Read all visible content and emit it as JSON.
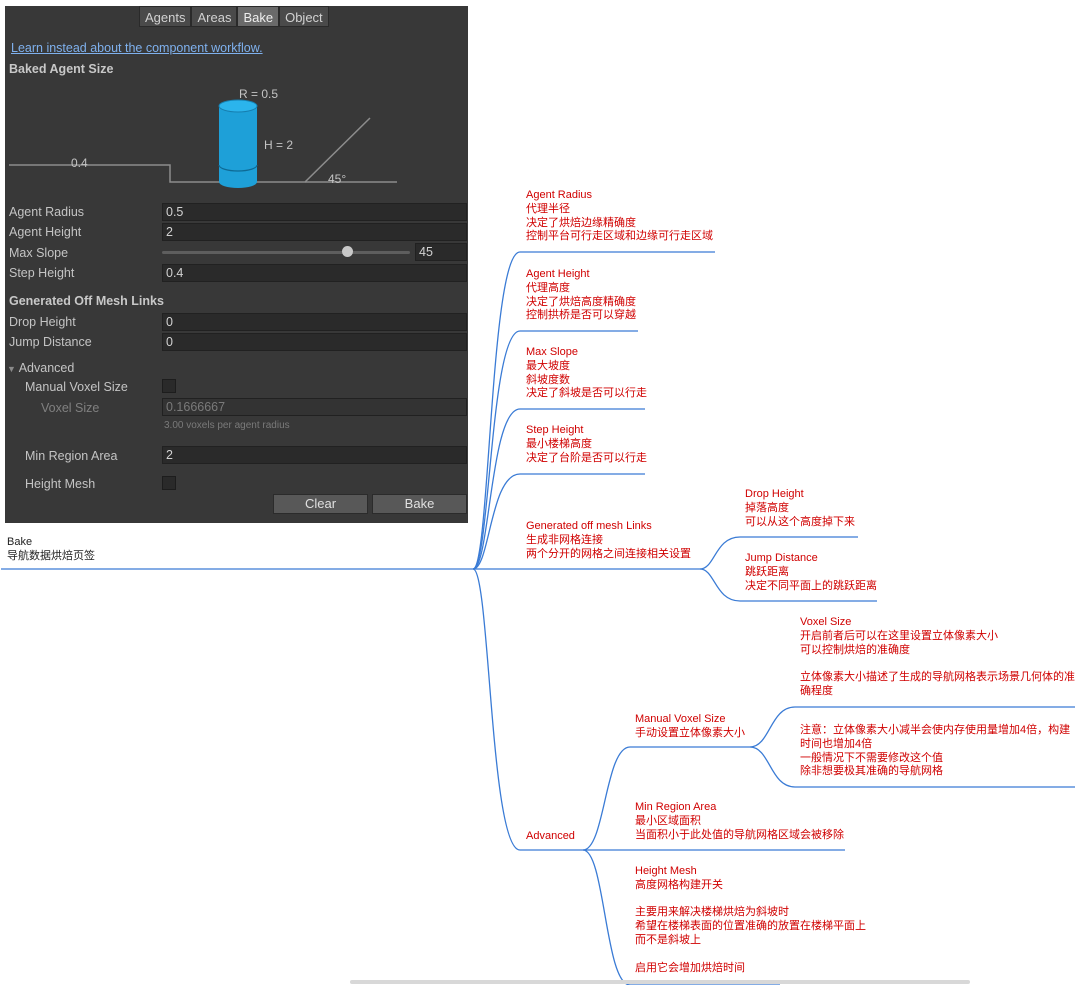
{
  "panel": {
    "tabs": [
      "Agents",
      "Areas",
      "Bake",
      "Object"
    ],
    "active_tab": "Bake",
    "link": "Learn instead about the component workflow.",
    "baked_agent_size": "Baked Agent Size",
    "diagram": {
      "radius_label": "R = 0.5",
      "height_label": "H = 2",
      "step_label": "0.4",
      "slope_label": "45°"
    },
    "agent_radius": {
      "label": "Agent Radius",
      "value": "0.5"
    },
    "agent_height": {
      "label": "Agent Height",
      "value": "2"
    },
    "max_slope": {
      "label": "Max Slope",
      "value": "45",
      "fraction": 0.73
    },
    "step_height": {
      "label": "Step Height",
      "value": "0.4"
    },
    "generated_links": "Generated Off Mesh Links",
    "drop_height": {
      "label": "Drop Height",
      "value": "0"
    },
    "jump_distance": {
      "label": "Jump Distance",
      "value": "0"
    },
    "advanced": "Advanced",
    "manual_voxel_size": {
      "label": "Manual Voxel Size",
      "checked": false
    },
    "voxel_size": {
      "label": "Voxel Size",
      "value": "0.1666667"
    },
    "voxel_hint": "3.00 voxels per agent radius",
    "min_region_area": {
      "label": "Min Region Area",
      "value": "2"
    },
    "height_mesh": {
      "label": "Height Mesh",
      "checked": false
    },
    "clear": "Clear",
    "bake": "Bake",
    "colors": {
      "bg": "#383838",
      "cylinder": "#1ea0d8",
      "link": "#7fb1ee"
    }
  },
  "mindmap": {
    "line_color": "#3a7bd5",
    "text_color": "#d00000",
    "root": [
      "Bake",
      "导航数据烘焙页签"
    ],
    "nodes": {
      "agent_radius": [
        "Agent Radius",
        "代理半径",
        "决定了烘焙边缘精确度",
        "控制平台可行走区域和边缘可行走区域"
      ],
      "agent_height": [
        "Agent Height",
        "代理高度",
        "决定了烘焙高度精确度",
        "控制拱桥是否可以穿越"
      ],
      "max_slope": [
        "Max Slope",
        "最大坡度",
        "斜坡度数",
        "决定了斜坡是否可以行走"
      ],
      "step_height": [
        "Step Height",
        "最小楼梯高度",
        "决定了台阶是否可以行走"
      ],
      "generated": [
        "Generated off mesh Links",
        "生成非网格连接",
        "两个分开的网格之间连接相关设置"
      ],
      "drop_height": [
        "Drop Height",
        "掉落高度",
        "可以从这个高度掉下来"
      ],
      "jump_distance": [
        "Jump Distance",
        "跳跃距离",
        "决定不同平面上的跳跃距离"
      ],
      "voxel_size": [
        "Voxel Size",
        "开启前者后可以在这里设置立体像素大小",
        "可以控制烘焙的准确度",
        "",
        "立体像素大小描述了生成的导航网格表示场景几何体的准",
        "确程度"
      ],
      "voxel_note": [
        "注意：立体像素大小减半会使内存使用量增加4倍，构建",
        "时间也增加4倍",
        "一般情况下不需要修改这个值",
        "除非想要极其准确的导航网格"
      ],
      "manual_voxel": [
        "Manual Voxel Size",
        "手动设置立体像素大小"
      ],
      "advanced": [
        "Advanced"
      ],
      "min_region": [
        "Min Region Area",
        "最小区域面积",
        "当面积小于此处值的导航网格区域会被移除"
      ],
      "height_mesh": [
        "Height Mesh",
        "高度网格构建开关",
        "",
        "主要用来解决楼梯烘焙为斜坡时",
        "希望在楼梯表面的位置准确的放置在楼梯平面上",
        "而不是斜坡上",
        "",
        "启用它会增加烘焙时间"
      ]
    }
  }
}
